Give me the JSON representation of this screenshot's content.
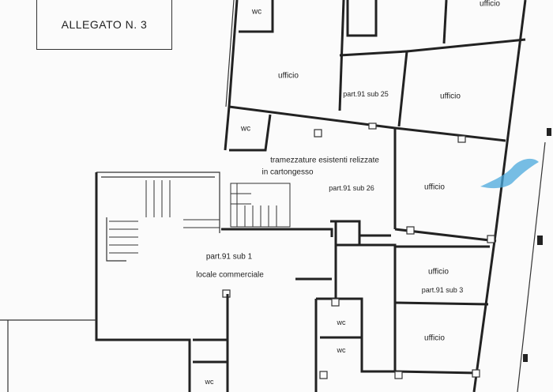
{
  "title": "ALLEGATO N. 3",
  "rooms": [
    {
      "id": "wc-top",
      "label": "wc"
    },
    {
      "id": "ufficio-top-right",
      "label": "ufficio"
    },
    {
      "id": "ufficio-upper-left",
      "label": "ufficio"
    },
    {
      "id": "sub25",
      "label": "part.91 sub 25"
    },
    {
      "id": "ufficio-upper-right",
      "label": "ufficio"
    },
    {
      "id": "wc-mid",
      "label": "wc"
    },
    {
      "id": "note1",
      "label": "tramezzature esistenti relizzate"
    },
    {
      "id": "note2",
      "label": "in cartongesso"
    },
    {
      "id": "sub26",
      "label": "part.91 sub 26"
    },
    {
      "id": "ufficio-mid-right",
      "label": "ufficio"
    },
    {
      "id": "sub1",
      "label": "part.91 sub 1"
    },
    {
      "id": "locale",
      "label": "locale commerciale"
    },
    {
      "id": "ufficio-sub3",
      "label": "ufficio"
    },
    {
      "id": "sub3",
      "label": "part.91 sub 3"
    },
    {
      "id": "wc-low1",
      "label": "wc"
    },
    {
      "id": "wc-low2",
      "label": "wc"
    },
    {
      "id": "ufficio-bottom",
      "label": "ufficio"
    },
    {
      "id": "wc-bottom",
      "label": "wc"
    }
  ],
  "colors": {
    "wall": "#222222",
    "paper": "#fbfbfb",
    "water": "#4aa8dc"
  }
}
